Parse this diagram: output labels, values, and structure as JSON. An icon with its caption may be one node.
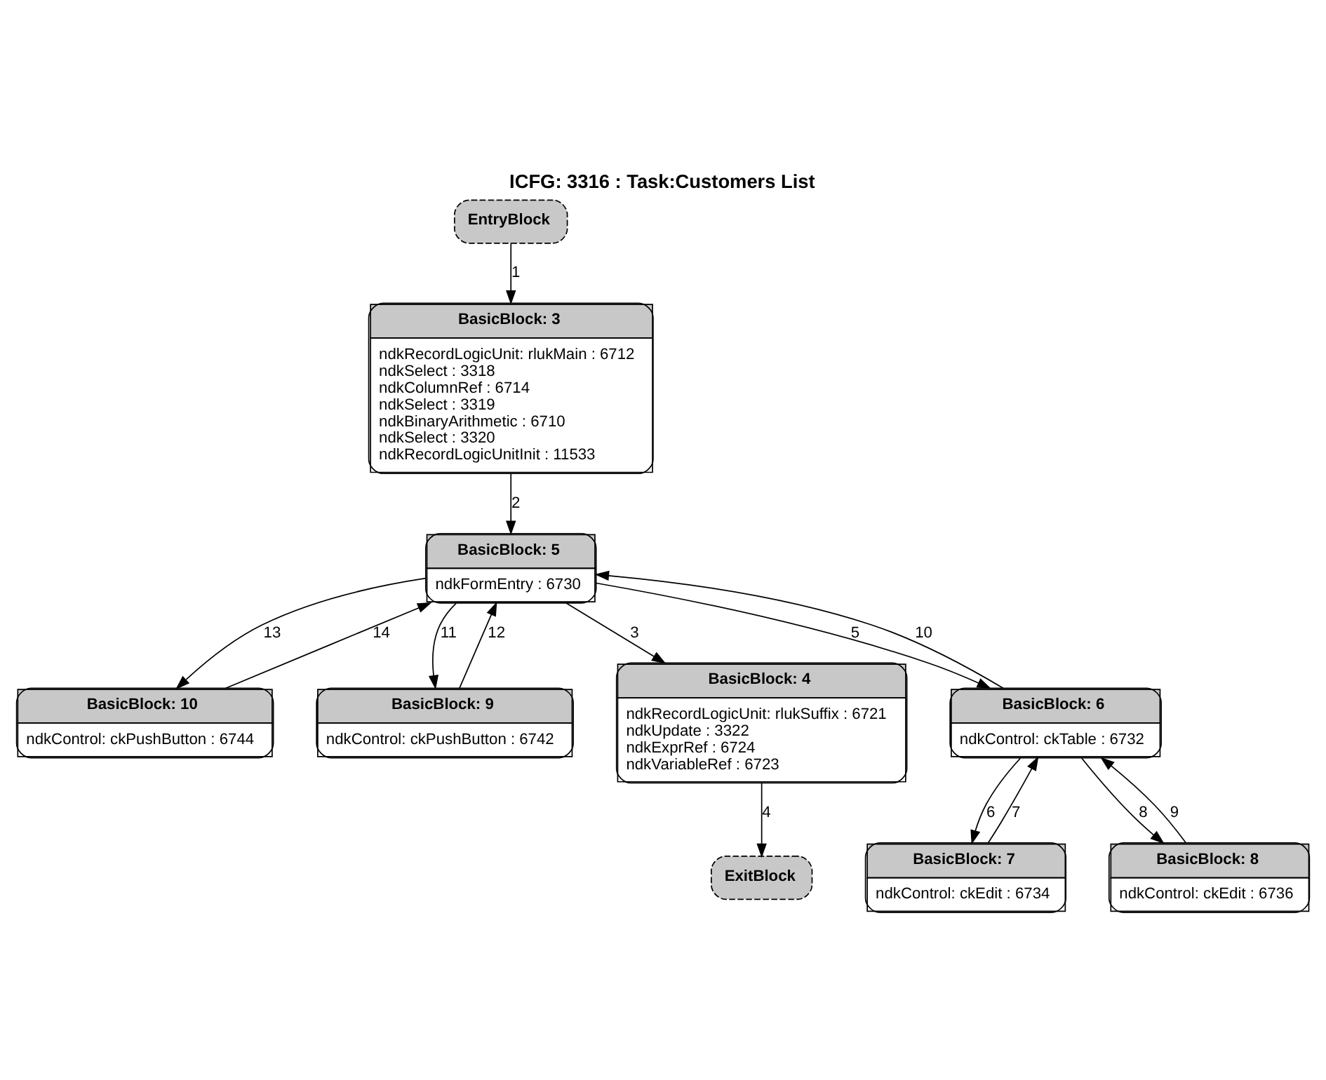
{
  "diagram": {
    "title": "ICFG: 3316 : Task:Customers List",
    "nodes": [
      {
        "text": [
          "EntryBlock"
        ]
      },
      {
        "text": [
          "BasicBlock: 3",
          "ndkRecordLogicUnit: rlukMain : 6712",
          "ndkSelect : 3318",
          "ndkColumnRef : 6714",
          "ndkSelect : 3319",
          "ndkBinaryArithmetic : 6710",
          "ndkSelect : 3320",
          "ndkRecordLogicUnitInit : 11533"
        ]
      },
      {
        "text": [
          "BasicBlock: 10",
          "ndkControl: ckPushButton : 6744"
        ]
      },
      {
        "text": [
          "BasicBlock: 5",
          "ndkFormEntry : 6730"
        ]
      },
      {
        "text": [
          "BasicBlock: 9",
          "ndkControl: ckPushButton : 6742"
        ]
      },
      {
        "text": [
          "BasicBlock: 4",
          "ndkRecordLogicUnit: rlukSuffix : 6721",
          "ndkUpdate : 3322",
          "ndkExprRef : 6724",
          "ndkVariableRef : 6723"
        ]
      },
      {
        "text": [
          "BasicBlock: 7",
          "ndkControl: ckEdit : 6734"
        ]
      },
      {
        "text": [
          "BasicBlock: 6",
          "ndkControl: ckTable : 6732"
        ]
      },
      {
        "text": [
          "BasicBlock: 8",
          "ndkControl: ckEdit : 6736"
        ]
      },
      {
        "text": [
          "ExitBlock"
        ]
      }
    ],
    "edges": [
      {
        "from": 0,
        "to": 1,
        "arrow": "to",
        "label": "1"
      },
      {
        "from": 1,
        "to": 3,
        "arrow": "to",
        "label": "2"
      },
      {
        "from": 3,
        "to": 5,
        "arrow": "to",
        "label": "3"
      },
      {
        "from": 5,
        "to": 9,
        "arrow": "to",
        "label": "4"
      },
      {
        "from": 3,
        "to": 7,
        "arrow": "to",
        "label": "5"
      },
      {
        "from": 7,
        "to": 6,
        "arrow": "to",
        "label": "6"
      },
      {
        "from": 6,
        "to": 7,
        "arrow": "to",
        "label": "7"
      },
      {
        "from": 7,
        "to": 8,
        "arrow": "to",
        "label": "8"
      },
      {
        "from": 8,
        "to": 7,
        "arrow": "to",
        "label": "9"
      },
      {
        "from": 7,
        "to": 3,
        "arrow": "to",
        "label": "10"
      },
      {
        "from": 3,
        "to": 4,
        "arrow": "to",
        "label": "11"
      },
      {
        "from": 4,
        "to": 3,
        "arrow": "to",
        "label": "12"
      },
      {
        "from": 3,
        "to": 2,
        "arrow": "to",
        "label": "13"
      },
      {
        "from": 2,
        "to": 3,
        "arrow": "to",
        "label": "14"
      }
    ]
  }
}
